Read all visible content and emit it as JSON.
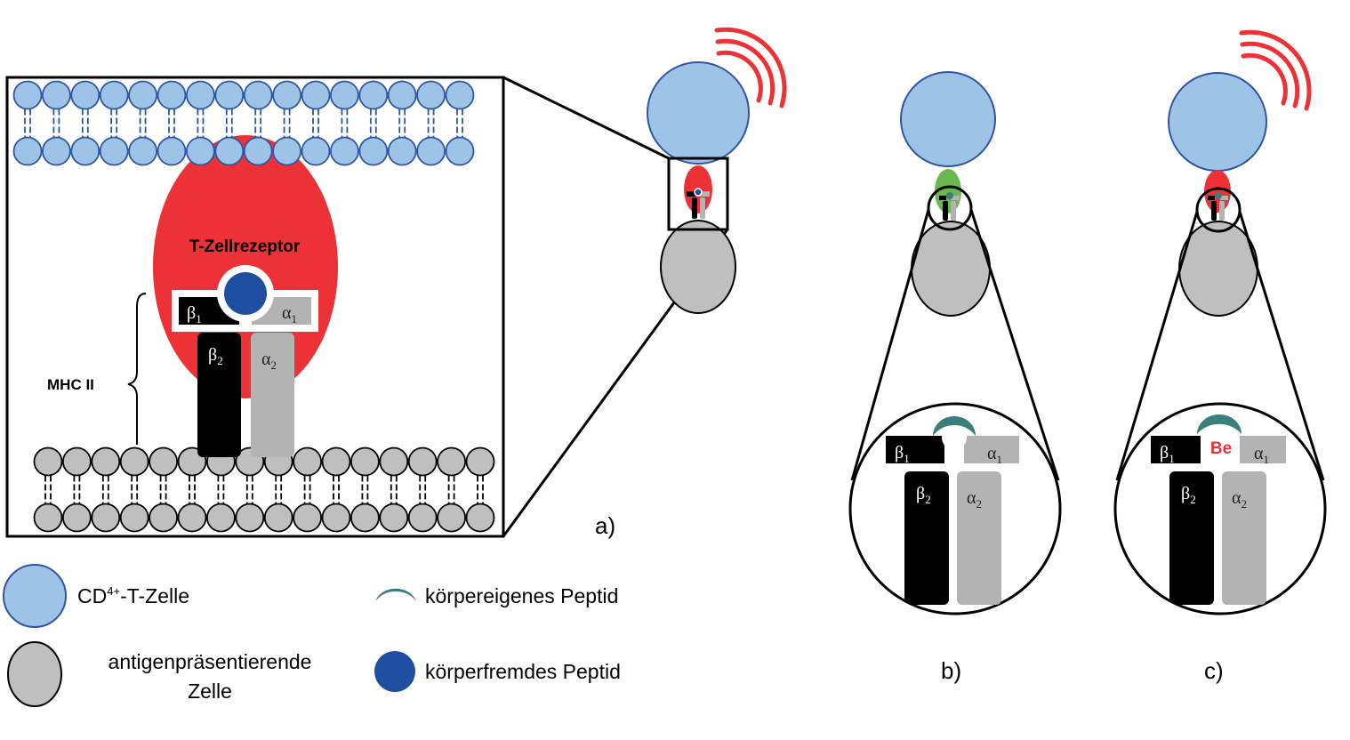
{
  "colors": {
    "t_cell": "#9dc3e6",
    "t_cell_stroke": "#2f55a4",
    "apc": "#bfbfbf",
    "tcr_red": "#ec3237",
    "tcr_green": "#6ab74f",
    "self_peptide": "#3a7f7c",
    "foreign_peptide": "#1f4fa0",
    "mhc_beta": "#000000",
    "mhc_alpha": "#b3b3b3",
    "signal": "#ec3237",
    "beryllium_text": "#ec3237"
  },
  "detail": {
    "tcr_label": "T-Zellrezeptor",
    "mhc_label": "MHC II",
    "beta1": {
      "sym": "β",
      "sub": "1"
    },
    "alpha1": {
      "sym": "α",
      "sub": "1"
    },
    "beta2": {
      "sym": "β",
      "sub": "2"
    },
    "alpha2": {
      "sym": "α",
      "sub": "2"
    }
  },
  "panels": {
    "a": "a)",
    "b": "b)",
    "c": "c)"
  },
  "zoom_c_label": "Be",
  "legend": {
    "t_cell": "CD4+-T-Zelle",
    "t_cell_parts": {
      "pre": "CD",
      "sup": "4+",
      "post": "-T-Zelle"
    },
    "apc_line1": "antigenpräsentierende",
    "apc_line2": "Zelle",
    "self_peptide": "körpereigenes Peptid",
    "foreign_peptide": "körperfremdes Peptid"
  }
}
